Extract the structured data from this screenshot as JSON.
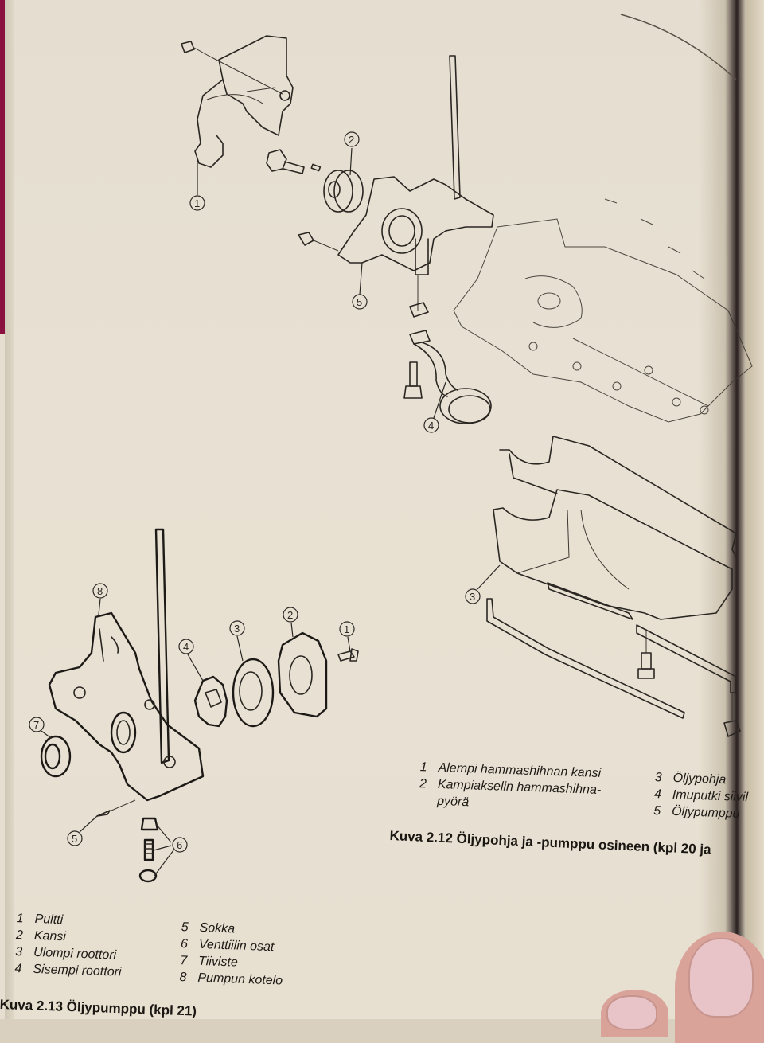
{
  "figure_2_12": {
    "caption": "Kuva 2.12  Öljypohja ja -pumppu osineen (kpl 20 ja",
    "callouts": [
      "1",
      "2",
      "3",
      "4",
      "5"
    ],
    "legend_left": [
      {
        "num": "1",
        "text": "Alempi hammashihnan kansi"
      },
      {
        "num": "2",
        "text": "Kampiakselin hammashihna-"
      },
      {
        "num": "",
        "text": "pyörä"
      }
    ],
    "legend_right": [
      {
        "num": "3",
        "text": "Öljypohja"
      },
      {
        "num": "4",
        "text": "Imuputki siivil"
      },
      {
        "num": "5",
        "text": "Öljypumppu"
      }
    ]
  },
  "figure_2_13": {
    "caption": "Kuva 2.13  Öljypumppu (kpl 21)",
    "callouts": [
      "1",
      "2",
      "3",
      "4",
      "5",
      "6",
      "7",
      "8"
    ],
    "legend_left": [
      {
        "num": "1",
        "text": "Pultti"
      },
      {
        "num": "2",
        "text": "Kansi"
      },
      {
        "num": "3",
        "text": "Ulompi roottori"
      },
      {
        "num": "4",
        "text": "Sisempi roottori"
      }
    ],
    "legend_right": [
      {
        "num": "5",
        "text": "Sokka"
      },
      {
        "num": "6",
        "text": "Venttiilin osat"
      },
      {
        "num": "7",
        "text": "Tiiviste"
      },
      {
        "num": "8",
        "text": "Pumpun kotelo"
      }
    ]
  },
  "colors": {
    "paper": "#e7e0d1",
    "ink": "#1e1a16",
    "binding_edge": "#8a1040"
  }
}
